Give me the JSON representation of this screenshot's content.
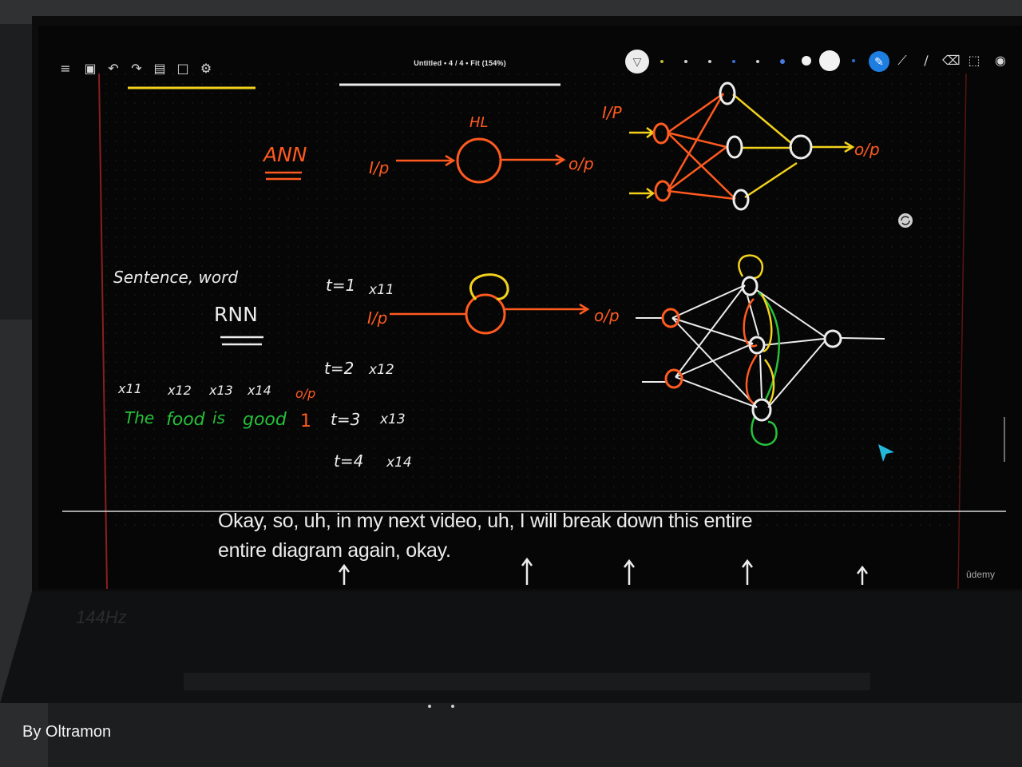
{
  "toolbar": {
    "doc_title": "Untitled • 4 / 4 • Fit (154%)",
    "left_icons": [
      "menu-icon",
      "save-icon",
      "undo-icon",
      "redo-icon",
      "paste-icon",
      "page-icon",
      "settings-icon"
    ],
    "right_icons": [
      "pen-tool-icon",
      "ruler-icon",
      "pencil-icon",
      "eraser-icon",
      "lasso-select-icon",
      "view-icon"
    ],
    "pen_sizes": [
      "xs",
      "s",
      "m",
      "l",
      "xl",
      "xxl"
    ]
  },
  "board": {
    "ann_title": "ANN",
    "ann_hl": "HL",
    "ann_ip": "I/p",
    "ann_op": "o/p",
    "net_ip": "I/P",
    "net_op": "o/p",
    "sentence_word": "Sentence, word",
    "rnn_title": "RNN",
    "rnn_ip": "I/p",
    "rnn_op": "o/p",
    "timesteps": [
      {
        "t": "t=1",
        "x": "x11"
      },
      {
        "t": "t=2",
        "x": "x12"
      },
      {
        "t": "t=3",
        "x": "x13"
      },
      {
        "t": "t=4",
        "x": "x14"
      }
    ],
    "x_labels": [
      "x11",
      "x12",
      "x13",
      "x14"
    ],
    "sentence": [
      "The",
      "food",
      "is",
      "good"
    ],
    "op_label": "o/p",
    "op_value": "1"
  },
  "captions": {
    "line1": "Okay, so, uh, in my next video, uh, I will break down this entire",
    "line2": "entire diagram again, okay."
  },
  "watermark": "ûdemy",
  "bezel_label": "144Hz",
  "credit": "By Oltramon",
  "colors": {
    "orange": "#ff5a1f",
    "yellow": "#f2d21c",
    "white": "#ececec",
    "green": "#27c13a",
    "toolbar_blue": "#1e7de0"
  }
}
